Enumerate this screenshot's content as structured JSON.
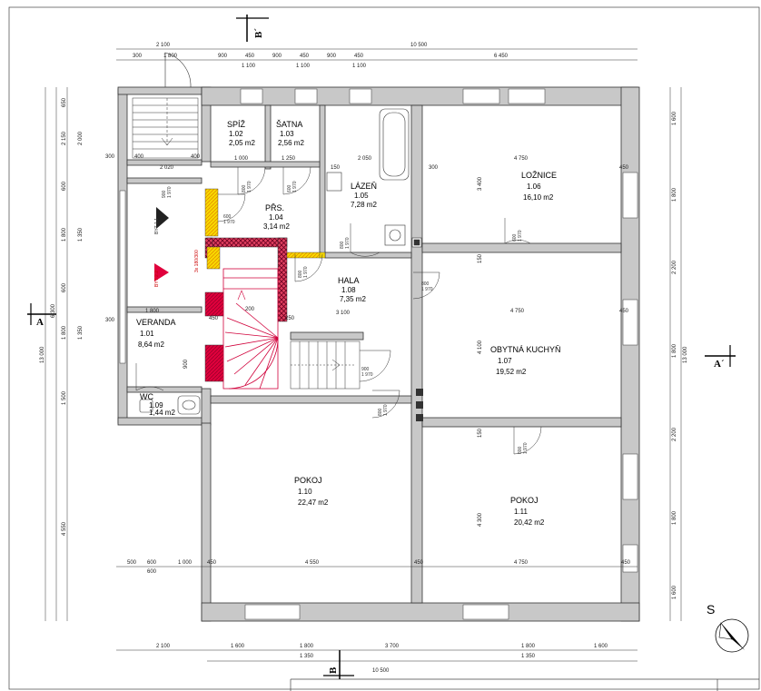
{
  "rooms": [
    {
      "id": "spiz",
      "name": "SPÍŽ",
      "number": "1.02",
      "area": "2,05 m2"
    },
    {
      "id": "satna",
      "name": "ŠATNA",
      "number": "1.03",
      "area": "2,56 m2"
    },
    {
      "id": "prs",
      "name": "PŘS.",
      "number": "1.04",
      "area": "3,14 m2"
    },
    {
      "id": "lazen",
      "name": "LÁZEŇ",
      "number": "1.05",
      "area": "7,28 m2"
    },
    {
      "id": "loznice",
      "name": "LOŽNICE",
      "number": "1.06",
      "area": "16,10 m2"
    },
    {
      "id": "hala",
      "name": "HALA",
      "number": "1.08",
      "area": "7,35 m2"
    },
    {
      "id": "veranda",
      "name": "VERANDA",
      "number": "1.01",
      "area": "8,64 m2"
    },
    {
      "id": "kuchyn",
      "name": "OBYTNÁ KUCHYŇ",
      "number": "1.07",
      "area": "19,52 m2"
    },
    {
      "id": "wc",
      "name": "WC",
      "number": "1.09",
      "area": "1,44 m2"
    },
    {
      "id": "pokoj110",
      "name": "POKOJ",
      "number": "1.10",
      "area": "22,47 m2"
    },
    {
      "id": "pokoj111",
      "name": "POKOJ",
      "number": "1.11",
      "area": "20,42 m2"
    }
  ],
  "dims": {
    "top_total": [
      "2 100",
      "10 500"
    ],
    "top_detail": [
      "300",
      "1 800",
      "900",
      "450",
      "900",
      "450",
      "900",
      "450",
      "6 450"
    ],
    "top_windows": [
      "1 100",
      "1 100",
      "1 100"
    ],
    "bottom_detail": [
      "2 100",
      "1 600",
      "1 800",
      "3 700",
      "1 800",
      "1 600"
    ],
    "bottom_sub": [
      "1 350",
      "1 350"
    ],
    "bottom_total": [
      "10 500"
    ],
    "left_outer": [
      "13 000"
    ],
    "left_mid": [
      "6 300"
    ],
    "left_detail": [
      "650",
      "2 150",
      "600",
      "1 800",
      "600",
      "1 800",
      "1 500",
      "4 550"
    ],
    "left_sub": [
      "2 000",
      "1 350",
      "1 350"
    ],
    "right_detail": [
      "1 600",
      "1 800",
      "2 200",
      "1 800",
      "2 200",
      "1 800",
      "1 600"
    ],
    "right_total": [
      "13 000"
    ],
    "lower_row": [
      "500",
      "600",
      "1 000",
      "450",
      "4 550",
      "450",
      "4 750",
      "450"
    ],
    "lower_row_sub": [
      "600"
    ],
    "interior": [
      "400",
      "2 020",
      "400",
      "300",
      "1 000",
      "1 250",
      "2 050",
      "4 750",
      "450",
      "4 750",
      "450",
      "3 400",
      "4 100",
      "4 300",
      "150",
      "150",
      "3 100",
      "450",
      "200",
      "250",
      "1 800",
      "300",
      "300",
      "900",
      "150"
    ],
    "doors": [
      "800",
      "1 970",
      "600",
      "1 970",
      "600",
      "1 970",
      "800",
      "1 970",
      "600",
      "1 970",
      "800",
      "1 970",
      "800",
      "1 970",
      "900",
      "1 970",
      "800",
      "1 970",
      "800",
      "1 970",
      "900",
      "1 970"
    ]
  },
  "misc": {
    "byt1": "BYT 1.1",
    "byt2": "BYT 2.2",
    "stair_note": "3x 180/300",
    "section_a_left": "A",
    "section_a_right": "A´",
    "section_b_top": "B´",
    "section_b_bottom": "B",
    "compass_letter": "S"
  },
  "colors": {
    "wall": "#c8c8c8",
    "wall_stroke": "#333333",
    "red_fill": "#e0003c",
    "hatch_dark": "#8b0030",
    "yellow": "#f5d400"
  }
}
